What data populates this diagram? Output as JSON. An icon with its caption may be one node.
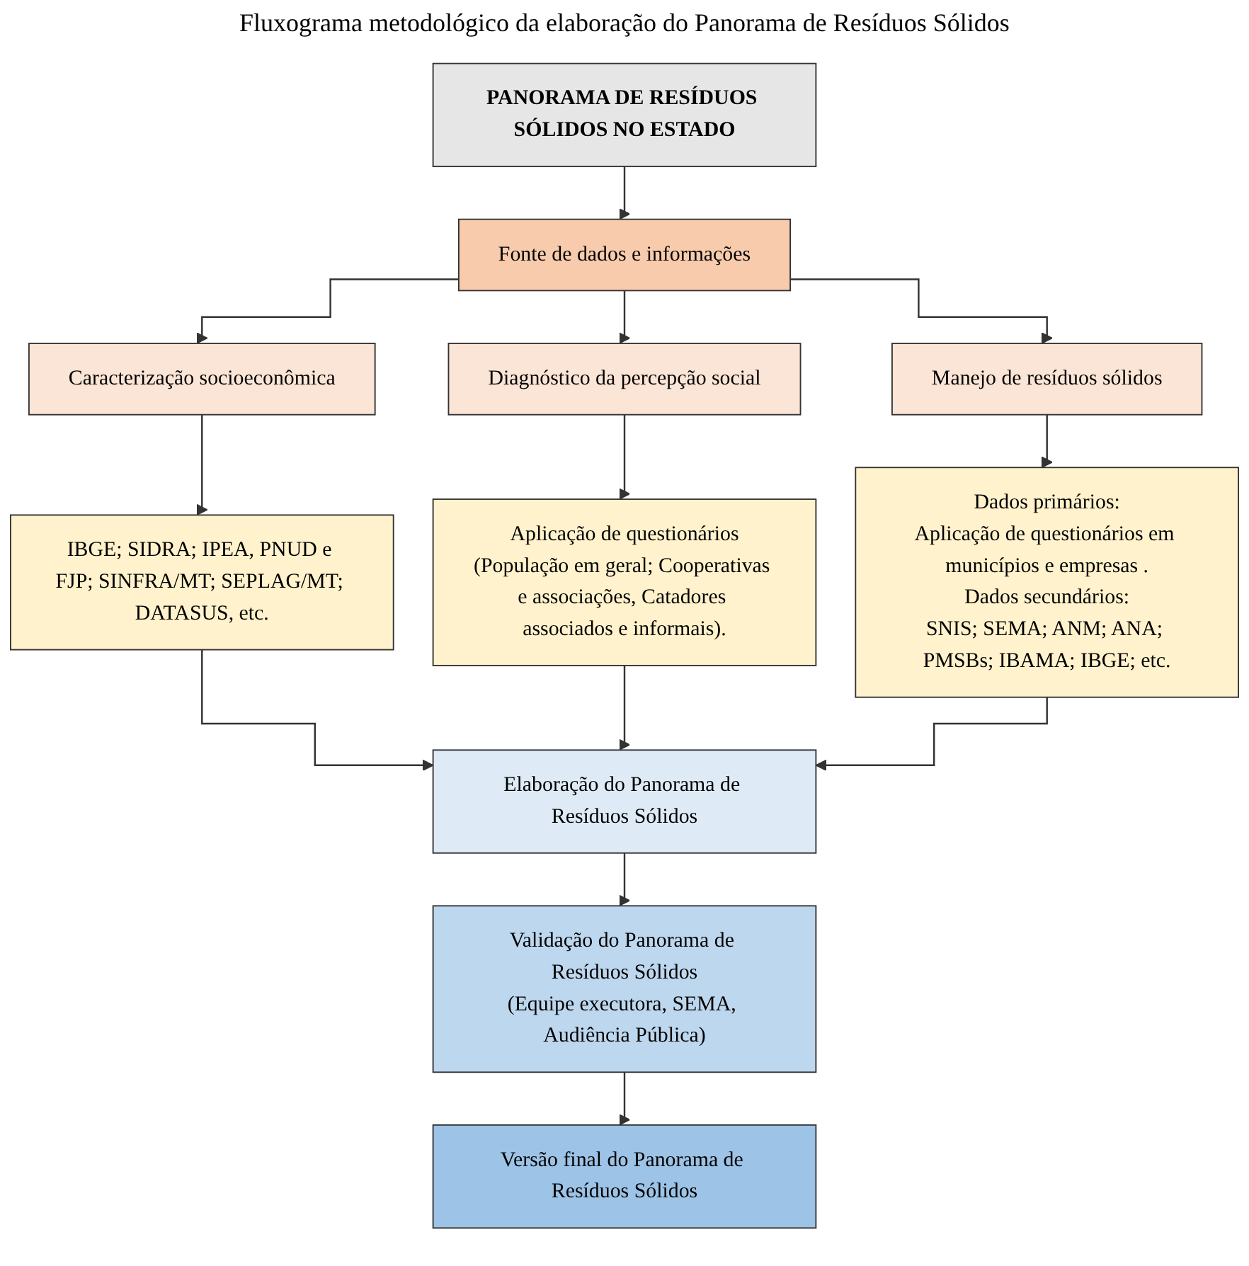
{
  "diagram": {
    "title": "Fluxograma metodológico da elaboração do Panorama de Resíduos Sólidos",
    "nodes": [
      {
        "text": [
          "PANORAMA DE RESÍDUOS SÓLIDOS NO ESTADO"
        ]
      },
      {
        "text": [
          "Fonte de dados e informações"
        ]
      },
      {
        "text": [
          "Caracterização socioeconômica"
        ]
      },
      {
        "text": [
          "Diagnóstico da percepção social"
        ]
      },
      {
        "text": [
          "Manejo de resíduos sólidos"
        ]
      },
      {
        "text": [
          "IBGE; SIDRA; IPEA, PNUD e FJP; SINFRA/MT; SEPLAG/MT; DATASUS, etc."
        ]
      },
      {
        "text": [
          "Aplicação de questionários",
          "(População em geral; Cooperativas e associações, Catadores associados e informais)."
        ]
      },
      {
        "text": [
          "Dados primários:",
          "Aplicação de questionários em municípios e empresas .",
          "Dados secundários:",
          "SNIS; SEMA; ANM; ANA; PMSBs; IBAMA; IBGE; etc."
        ]
      },
      {
        "text": [
          "Elaboração do Panorama de Resíduos Sólidos"
        ]
      },
      {
        "text": [
          "Validação do Panorama de Resíduos Sólidos",
          "(Equipe executora, SEMA, Audiência Pública)"
        ]
      },
      {
        "text": [
          "Versão final do Panorama de Resíduos Sólidos"
        ]
      }
    ],
    "edges": [
      {
        "from": 0,
        "to": 1,
        "arrow": "to"
      },
      {
        "from": 1,
        "to": 2,
        "arrow": "to"
      },
      {
        "from": 1,
        "to": 3,
        "arrow": "to"
      },
      {
        "from": 1,
        "to": 4,
        "arrow": "to"
      },
      {
        "from": 2,
        "to": 5,
        "arrow": "to"
      },
      {
        "from": 3,
        "to": 6,
        "arrow": "to"
      },
      {
        "from": 4,
        "to": 7,
        "arrow": "to"
      },
      {
        "from": 5,
        "to": 8,
        "arrow": "to"
      },
      {
        "from": 6,
        "to": 8,
        "arrow": "to"
      },
      {
        "from": 7,
        "to": 8,
        "arrow": "to"
      },
      {
        "from": 8,
        "to": 9,
        "arrow": "to"
      },
      {
        "from": 9,
        "to": 10,
        "arrow": "to"
      }
    ]
  }
}
